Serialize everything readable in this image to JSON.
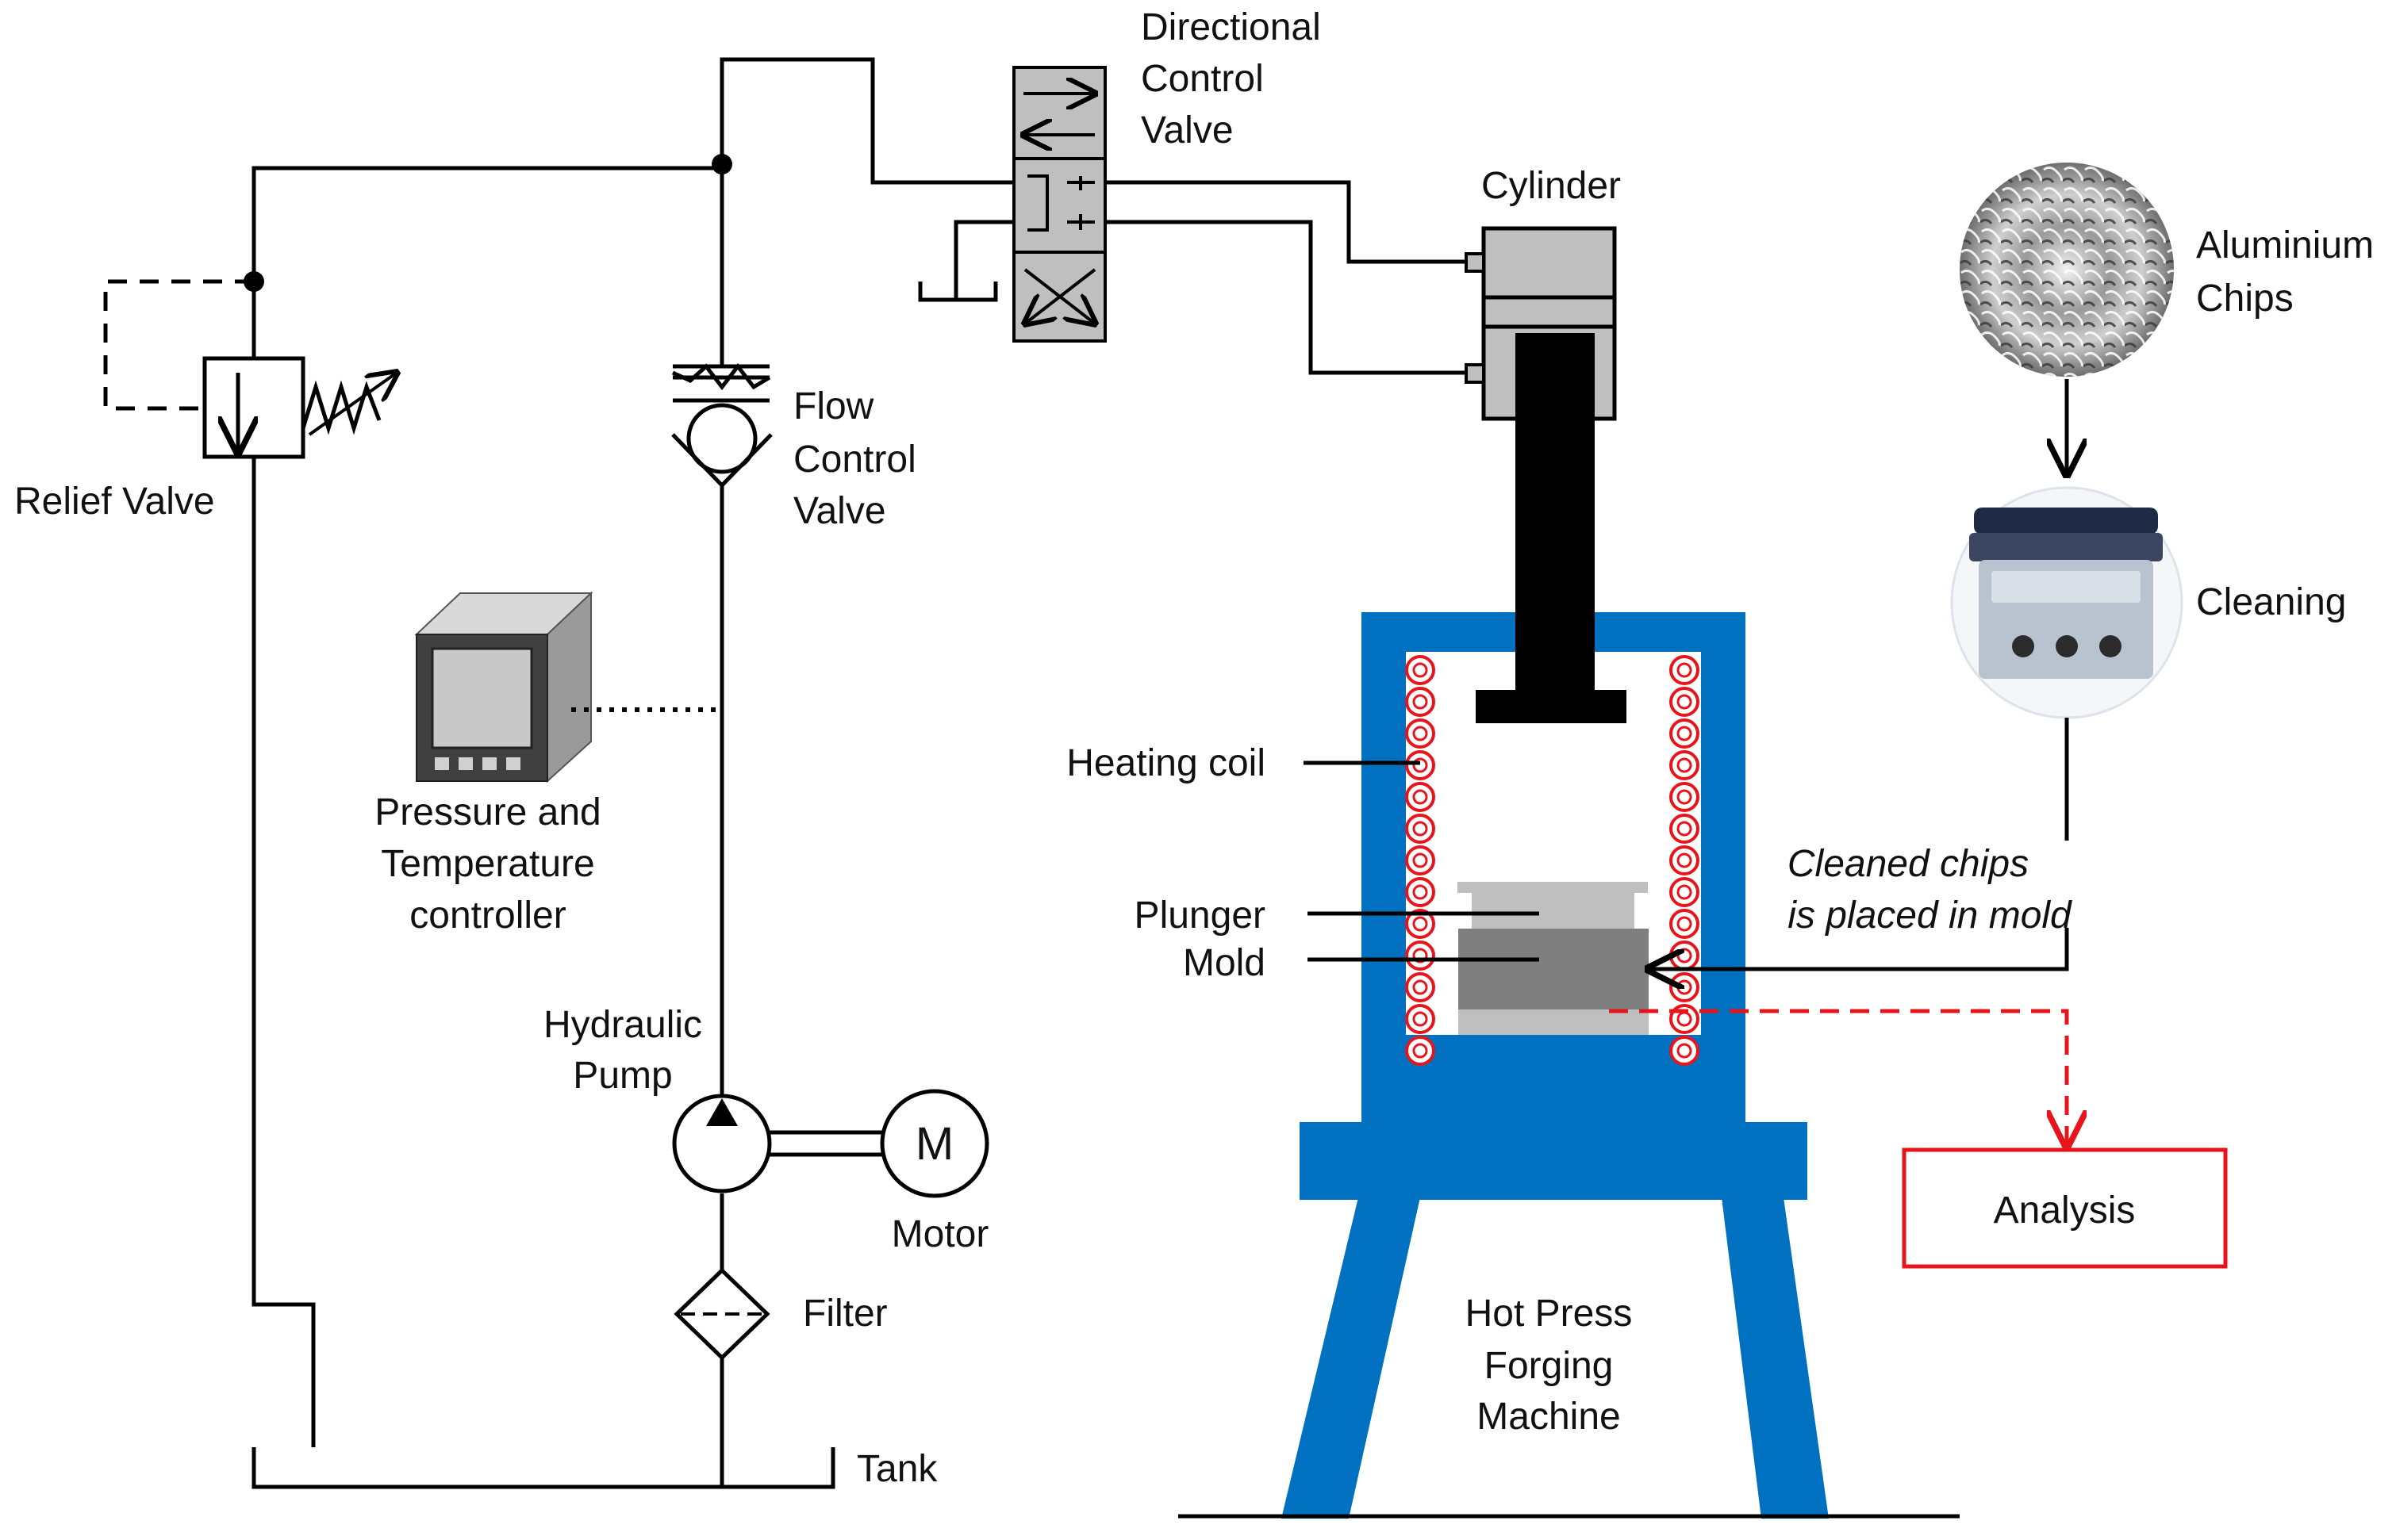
{
  "labels": {
    "directional_1": "Directional",
    "directional_2": "Control",
    "directional_3": "Valve",
    "cylinder": "Cylinder",
    "aluminium_1": "Aluminium",
    "aluminium_2": "Chips",
    "cleaning": "Cleaning",
    "relief_valve": "Relief Valve",
    "flow_1": "Flow",
    "flow_2": "Control",
    "flow_3": "Valve",
    "ptc_1": "Pressure and",
    "ptc_2": "Temperature",
    "ptc_3": "controller",
    "heating_coil": "Heating coil",
    "plunger": "Plunger",
    "mold": "Mold",
    "cleaned_1": "Cleaned chips",
    "cleaned_2": "is placed in mold",
    "pump_1": "Hydraulic",
    "pump_2": "Pump",
    "motor": "Motor",
    "motor_symbol": "M",
    "filter": "Filter",
    "tank": "Tank",
    "analysis": "Analysis",
    "press_1": "Hot Press",
    "press_2": "Forging",
    "press_3": "Machine"
  },
  "colors": {
    "press_blue": "#0070C0",
    "analysis_red": "#E8141B",
    "coil_red": "#E8141B",
    "valve_gray": "#BFBFBF",
    "cylinder_gray": "#BFBFBF",
    "ram_black": "#000000"
  }
}
